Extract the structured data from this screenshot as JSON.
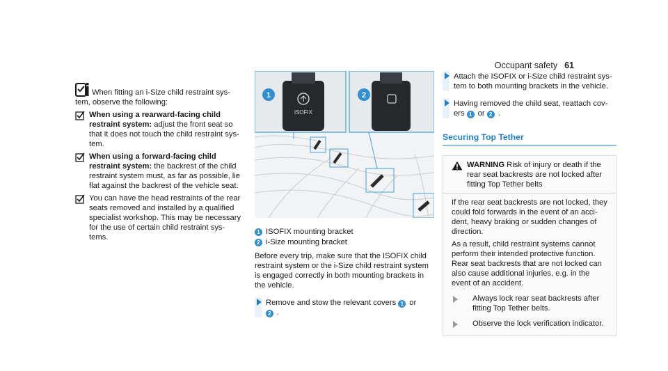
{
  "header": {
    "title": "Occupant safety",
    "page_number": "61"
  },
  "column1": {
    "note_intro": "When fitting an i-Size child restraint sys-",
    "note_intro_cont": "tem, observe the following:",
    "items": [
      {
        "bold": "When using a rearward-facing child restraint system:",
        "text": " adjust the front seat so that it does not touch the child restraint sys- tem."
      },
      {
        "bold": "When using a forward-facing child restraint system:",
        "text": " the backrest of the child restraint system must, as far as possible, lie flat against the backrest of the vehicle seat."
      },
      {
        "bold": "",
        "text": "You can have the head restraints of the rear seats removed and installed by a qualified specialist workshop. This may be necessary for the use of certain child restraint sys- tems."
      }
    ]
  },
  "figure": {
    "callout1": "1",
    "callout2": "2",
    "isofix_label": "ISOFIX",
    "colors": {
      "callout_border": "#5fb0dc",
      "callout_fill": "#2f8fd0",
      "panel_bg": "#e7eaec"
    }
  },
  "legend": [
    {
      "num": "1",
      "text": "ISOFIX mounting bracket"
    },
    {
      "num": "2",
      "text": "i-Size mounting bracket"
    }
  ],
  "column2": {
    "paragraph": "Before every trip, make sure that the ISOFIX child restraint system or the i-Size child restraint system is engaged correctly in both mounting brackets in the vehicle.",
    "action_text_a": "Remove and stow the relevant covers",
    "action_num1": "1",
    "action_or": "or",
    "action_num2": "2",
    "action_end": "."
  },
  "column3": {
    "actions": [
      {
        "text": "Attach the ISOFIX or i-Size child restraint sys- tem to both mounting brackets in the vehicle."
      }
    ],
    "action2_a": "Having removed the child seat, reattach cov- ers",
    "action2_num1": "1",
    "action2_or": "or",
    "action2_num2": "2",
    "action2_end": ".",
    "section_title": "Securing Top Tether",
    "warning": {
      "label": "WARNING",
      "head_text": " Risk of injury or death if the rear seat backrests are not locked after fitting Top Tether belts",
      "paragraphs": [
        "If the rear seat backrests are not locked, they could fold forwards in the event of an acci- dent, heavy braking or sudden changes of direction.",
        "As a result, child restraint systems cannot perform their intended protective function. Rear seat backrests that are not locked can also cause additional injuries, e.g. in the event of an accident."
      ],
      "actions": [
        "Always lock rear seat backrests after fitting Top Tether belts.",
        "Observe the lock verification indicator."
      ]
    }
  }
}
